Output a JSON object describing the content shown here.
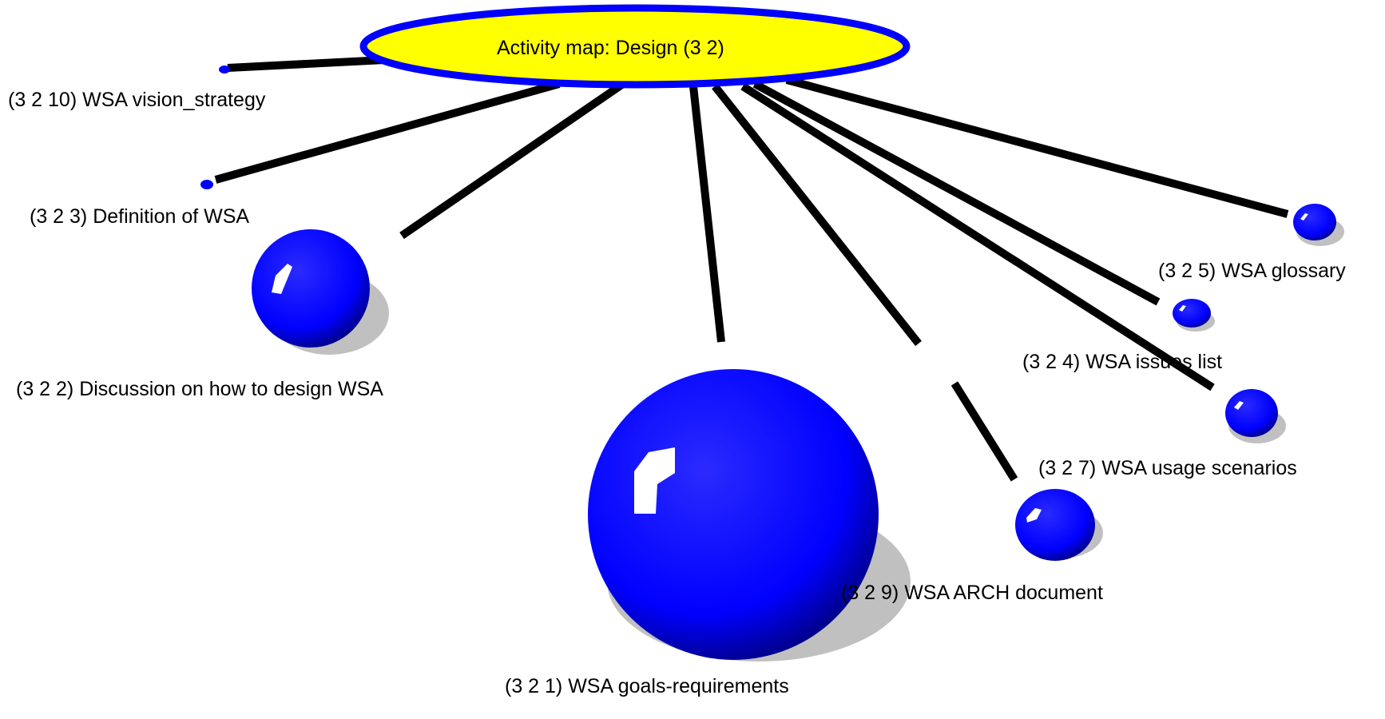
{
  "colors": {
    "node_fill": "#0000ff",
    "node_dark": "#00007d",
    "node_highlight": "#ffffff",
    "node_shadow": "#c0c0c0",
    "center_fill": "#ffff00",
    "center_stroke": "#0000ff",
    "link_color": "#000000",
    "background": "#ffffff"
  },
  "map": {
    "title": "Activity map: Design (3 2)",
    "nodes": [
      {
        "id": "3-2-10",
        "label": "(3 2 10) WSA vision_strategy",
        "size": "tiny"
      },
      {
        "id": "3-2-3",
        "label": "(3 2 3) Definition of WSA",
        "size": "tiny"
      },
      {
        "id": "3-2-2",
        "label": "(3 2 2) Discussion on how to design WSA",
        "size": "medium"
      },
      {
        "id": "3-2-1",
        "label": "(3 2 1) WSA goals-requirements",
        "size": "large"
      },
      {
        "id": "3-2-9",
        "label": "(3 2 9) WSA ARCH document",
        "size": "small"
      },
      {
        "id": "3-2-7",
        "label": "(3 2 7) WSA usage scenarios",
        "size": "small"
      },
      {
        "id": "3-2-4",
        "label": "(3 2 4) WSA issues list",
        "size": "small"
      },
      {
        "id": "3-2-5",
        "label": "(3 2 5) WSA glossary",
        "size": "small"
      }
    ]
  }
}
